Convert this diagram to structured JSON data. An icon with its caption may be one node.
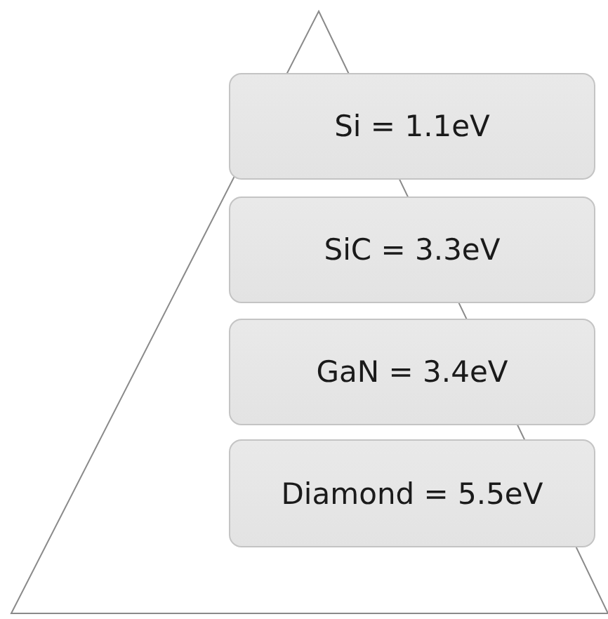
{
  "diagram": {
    "nodes": [
      {
        "text": [
          "Si = 1.1eV"
        ]
      },
      {
        "text": [
          "SiC = 3.3eV"
        ]
      },
      {
        "text": [
          "GaN = 3.4eV"
        ]
      },
      {
        "text": [
          "Diamond = 5.5eV"
        ]
      }
    ]
  }
}
